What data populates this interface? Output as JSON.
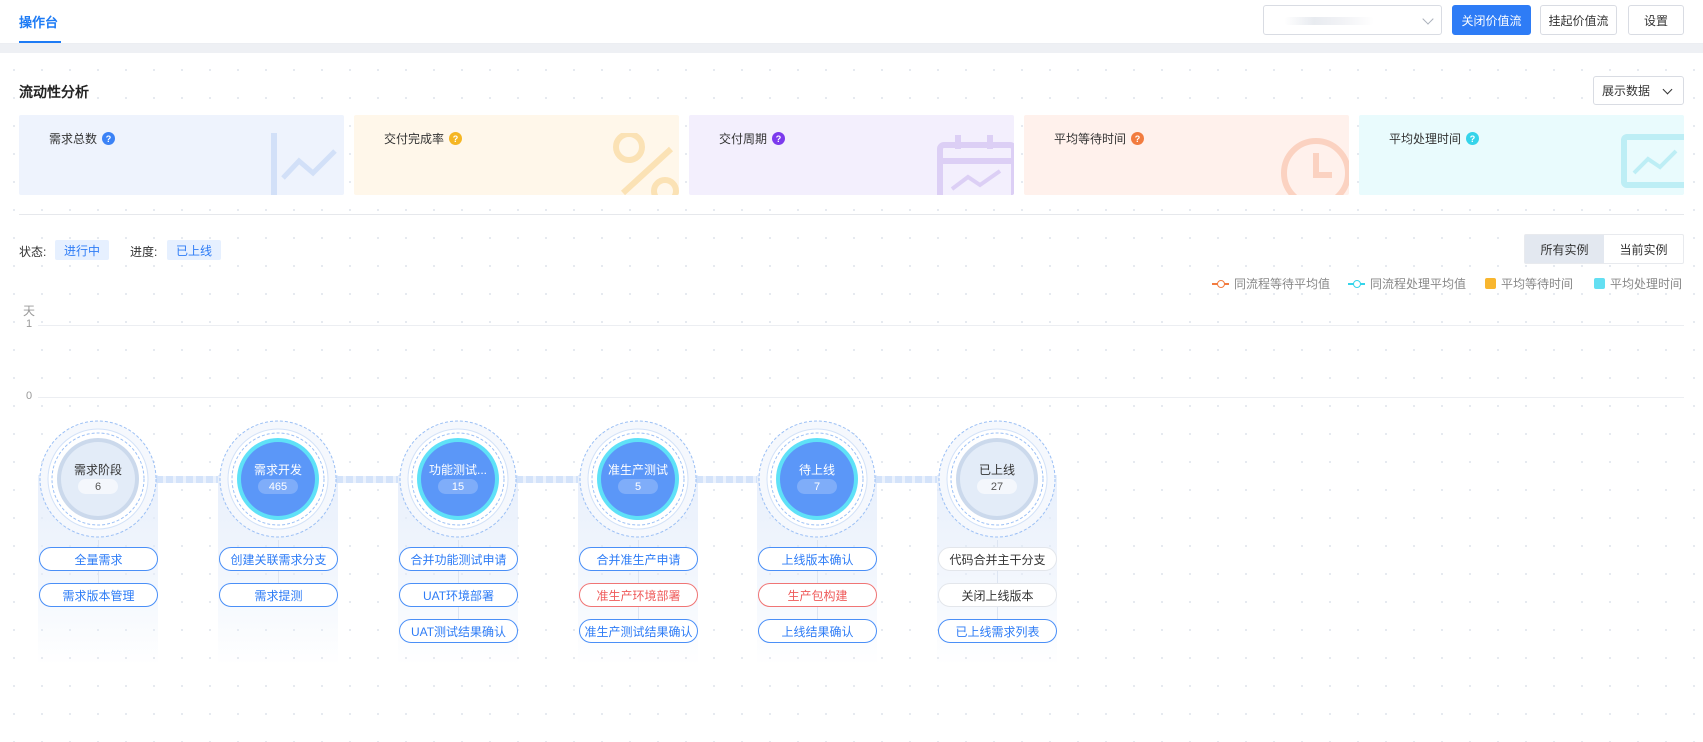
{
  "header": {
    "tab_active": "操作台",
    "buttons": {
      "close": "关闭价值流",
      "suspend": "挂起价值流",
      "settings": "设置"
    }
  },
  "section": {
    "title": "流动性分析",
    "show_data": "展示数据"
  },
  "cards": [
    {
      "label": "需求总数",
      "bg": "#eef3fd",
      "q": "#3b82f6",
      "icon": "line-chart-icon"
    },
    {
      "label": "交付完成率",
      "bg": "#fff7ea",
      "q": "#f5b623",
      "icon": "percent-icon"
    },
    {
      "label": "交付周期",
      "bg": "#f3effd",
      "q": "#7c3aed",
      "icon": "calendar-icon"
    },
    {
      "label": "平均等待时间",
      "bg": "#fff1ec",
      "q": "#f27c3f",
      "icon": "clock-icon"
    },
    {
      "label": "平均处理时间",
      "bg": "#e9fbfd",
      "q": "#35d4ea",
      "icon": "monitor-chart-icon"
    }
  ],
  "filters": {
    "status_label": "状态:",
    "status_value": "进行中",
    "progress_label": "进度:",
    "progress_value": "已上线"
  },
  "instance_toggle": {
    "all": "所有实例",
    "current": "当前实例"
  },
  "legend": [
    {
      "label": "同流程等待平均值",
      "color": "#f27c3f",
      "kind": "line"
    },
    {
      "label": "同流程处理平均值",
      "color": "#35d4ea",
      "kind": "line"
    },
    {
      "label": "平均等待时间",
      "color": "#f8b62f",
      "kind": "square"
    },
    {
      "label": "平均处理时间",
      "color": "#63dff2",
      "kind": "square"
    }
  ],
  "axis": {
    "unit": "天",
    "ticks": [
      "1",
      "0"
    ]
  },
  "stages": [
    {
      "name": "需求阶段",
      "count": "6",
      "active": false,
      "steps": [
        {
          "label": "全量需求",
          "style": "blue"
        },
        {
          "label": "需求版本管理",
          "style": "blue"
        }
      ]
    },
    {
      "name": "需求开发",
      "count": "465",
      "active": true,
      "steps": [
        {
          "label": "创建关联需求分支",
          "style": "blue"
        },
        {
          "label": "需求提测",
          "style": "blue"
        }
      ]
    },
    {
      "name": "功能测试...",
      "count": "15",
      "active": true,
      "steps": [
        {
          "label": "合并功能测试申请",
          "style": "blue"
        },
        {
          "label": "UAT环境部署",
          "style": "blue"
        },
        {
          "label": "UAT测试结果确认",
          "style": "blue"
        }
      ]
    },
    {
      "name": "准生产测试",
      "count": "5",
      "active": true,
      "steps": [
        {
          "label": "合并准生产申请",
          "style": "blue"
        },
        {
          "label": "准生产环境部署",
          "style": "red"
        },
        {
          "label": "准生产测试结果确认",
          "style": "blue"
        }
      ]
    },
    {
      "name": "待上线",
      "count": "7",
      "active": true,
      "steps": [
        {
          "label": "上线版本确认",
          "style": "blue"
        },
        {
          "label": "生产包构建",
          "style": "red"
        },
        {
          "label": "上线结果确认",
          "style": "blue"
        }
      ]
    },
    {
      "name": "已上线",
      "count": "27",
      "active": false,
      "steps": [
        {
          "label": "代码合并主干分支",
          "style": "gray"
        },
        {
          "label": "关闭上线版本",
          "style": "gray"
        },
        {
          "label": "已上线需求列表",
          "style": "blue"
        }
      ]
    }
  ]
}
